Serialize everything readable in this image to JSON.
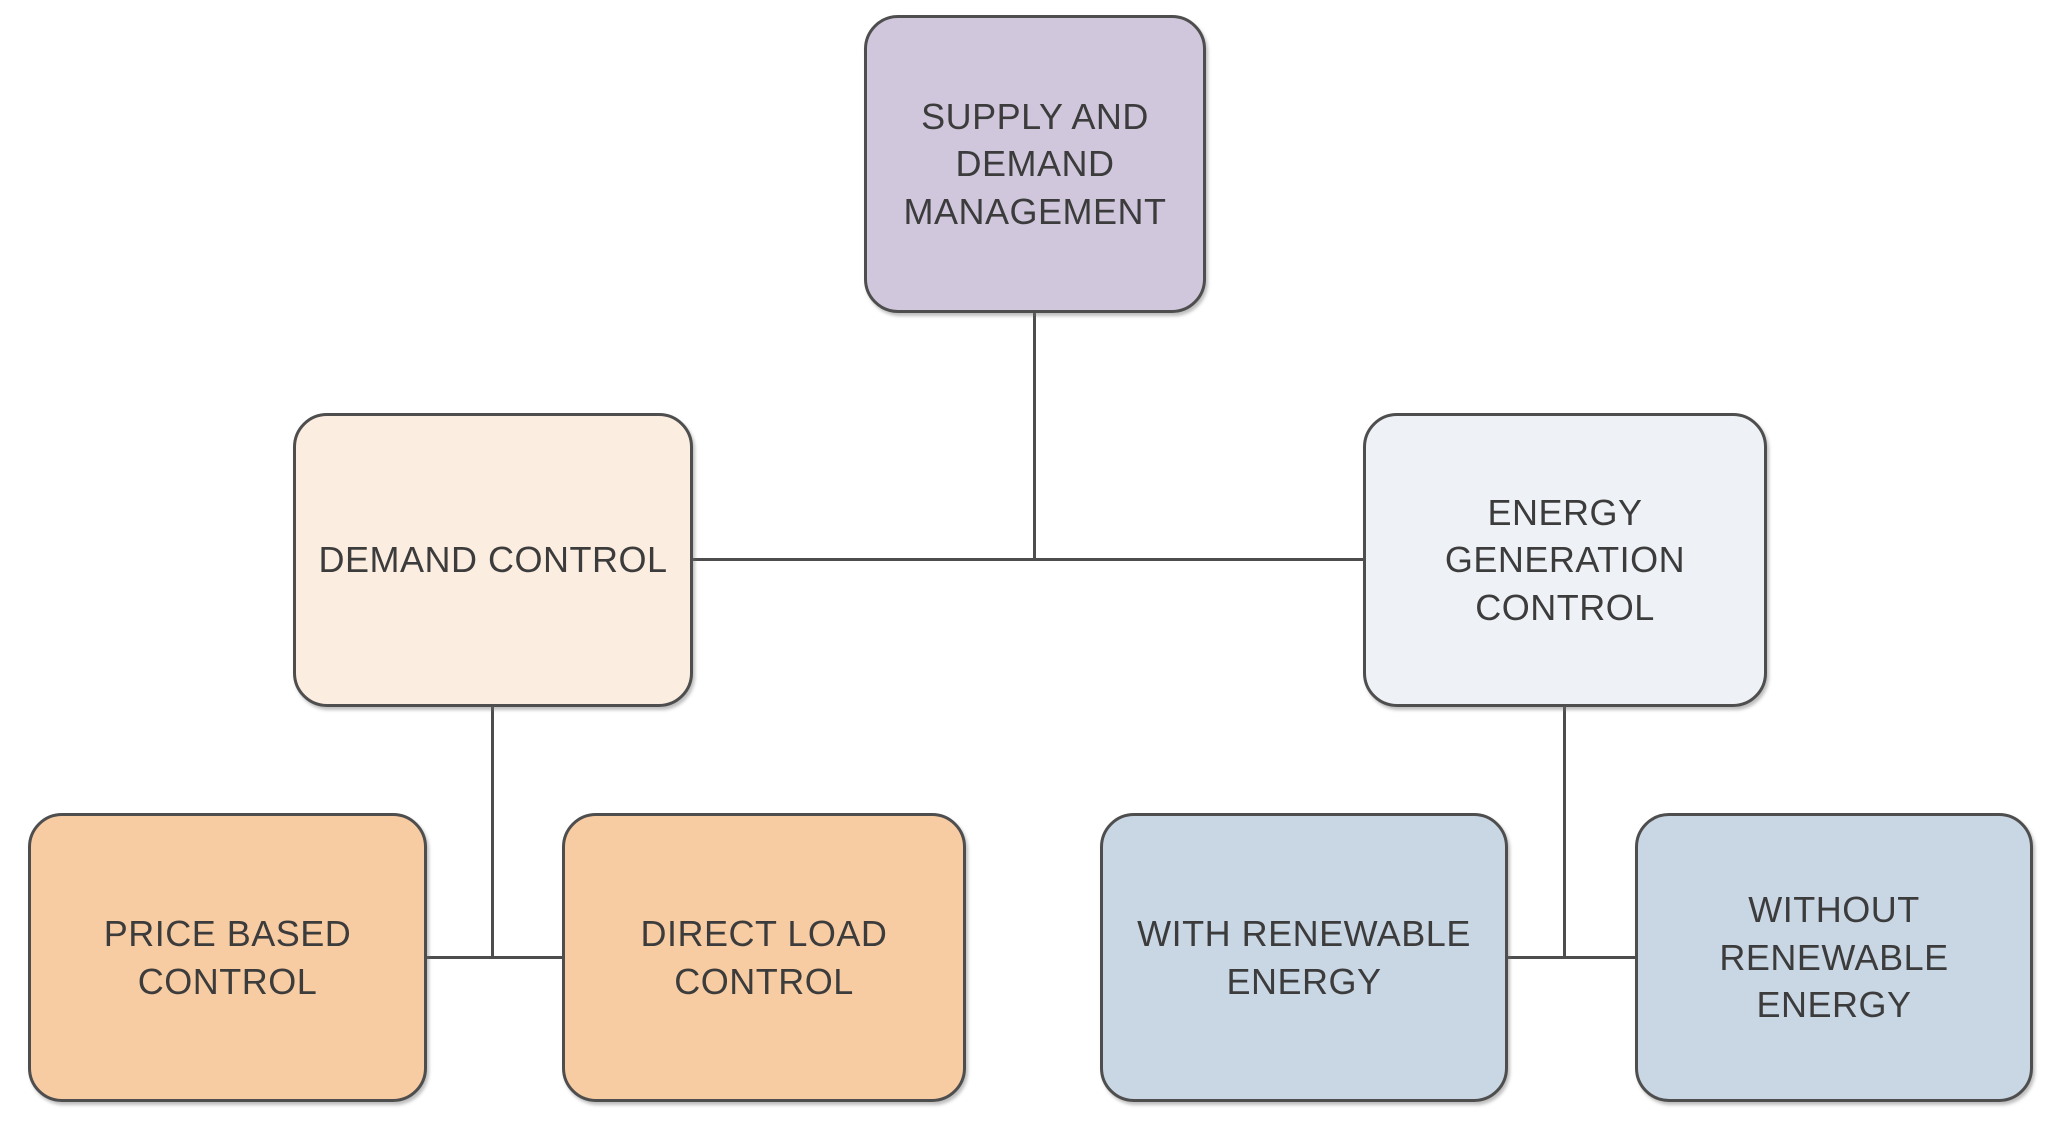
{
  "diagram": {
    "type": "hierarchy-flowchart",
    "background_color": "#ffffff",
    "connector_color": "#4d4d4d",
    "text_color": "#3c3c3c",
    "border_color": "#4e4e4e",
    "nodes": [
      {
        "id": "supply-demand-management",
        "label": "SUPPLY AND\nDEMAND\nMANAGEMENT",
        "fill": "#d0c7dc",
        "level": 1,
        "parent": null
      },
      {
        "id": "demand-control",
        "label": "DEMAND CONTROL",
        "fill": "#fcede1",
        "level": 2,
        "parent": "supply-demand-management"
      },
      {
        "id": "energy-generation-control",
        "label": "ENERGY\nGENERATION\nCONTROL",
        "fill": "#eef1f5",
        "level": 2,
        "parent": "supply-demand-management"
      },
      {
        "id": "price-based-control",
        "label": "PRICE BASED\nCONTROL",
        "fill": "#f8cca3",
        "level": 3,
        "parent": "demand-control"
      },
      {
        "id": "direct-load-control",
        "label": "DIRECT LOAD\nCONTROL",
        "fill": "#f8cca3",
        "level": 3,
        "parent": "demand-control"
      },
      {
        "id": "with-renewable-energy",
        "label": "WITH RENEWABLE\nENERGY",
        "fill": "#c9d6e4",
        "level": 3,
        "parent": "energy-generation-control"
      },
      {
        "id": "without-renewable-energy",
        "label": "WITHOUT\nRENEWABLE\nENERGY",
        "fill": "#c9d6e4",
        "level": 3,
        "parent": "energy-generation-control"
      }
    ],
    "edges": [
      {
        "from": "supply-demand-management",
        "to": "demand-control"
      },
      {
        "from": "supply-demand-management",
        "to": "energy-generation-control"
      },
      {
        "from": "demand-control",
        "to": "price-based-control"
      },
      {
        "from": "demand-control",
        "to": "direct-load-control"
      },
      {
        "from": "energy-generation-control",
        "to": "with-renewable-energy"
      },
      {
        "from": "energy-generation-control",
        "to": "without-renewable-energy"
      }
    ]
  }
}
